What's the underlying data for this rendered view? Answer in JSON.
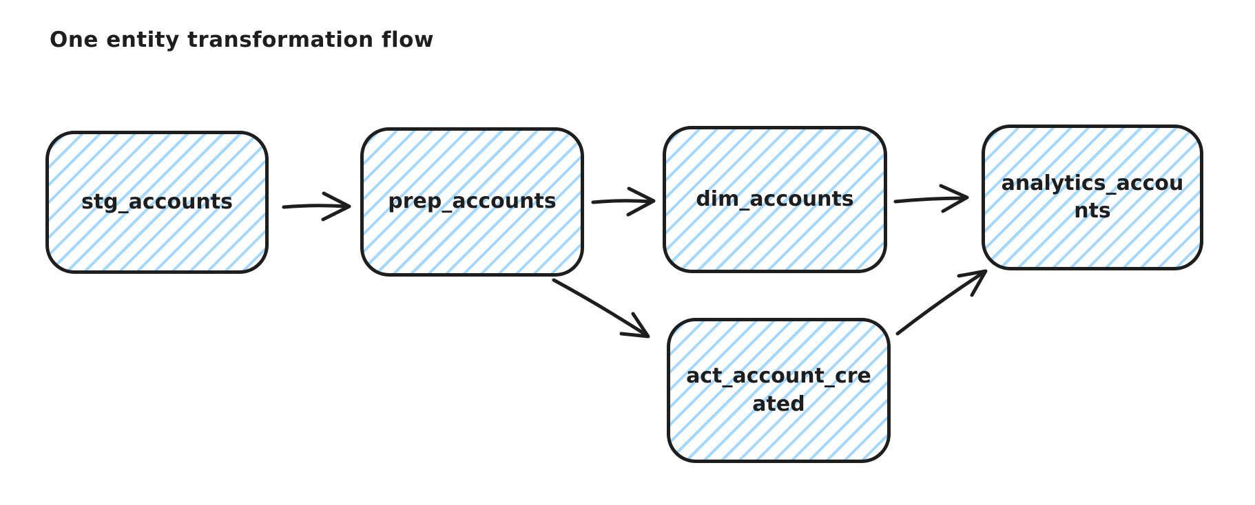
{
  "title": "One entity transformation flow",
  "colors": {
    "stroke": "#1e1e1e",
    "node_hatch_fill": "#a5d8ff",
    "background": "#ffffff"
  },
  "diagram": {
    "style": "hand-drawn (excalidraw-like), rounded rectangles with light blue diagonal hachure fill",
    "nodes": [
      {
        "id": "stg_accounts",
        "label": "stg_accounts"
      },
      {
        "id": "prep_accounts",
        "label": "prep_accounts"
      },
      {
        "id": "dim_accounts",
        "label": "dim_accounts"
      },
      {
        "id": "analytics_accounts",
        "label": "analytics_accounts"
      },
      {
        "id": "act_account_created",
        "label": "act_account_created"
      }
    ],
    "edges": [
      {
        "from": "stg_accounts",
        "to": "prep_accounts"
      },
      {
        "from": "prep_accounts",
        "to": "dim_accounts"
      },
      {
        "from": "dim_accounts",
        "to": "analytics_accounts"
      },
      {
        "from": "prep_accounts",
        "to": "act_account_created"
      },
      {
        "from": "act_account_created",
        "to": "analytics_accounts"
      }
    ]
  }
}
